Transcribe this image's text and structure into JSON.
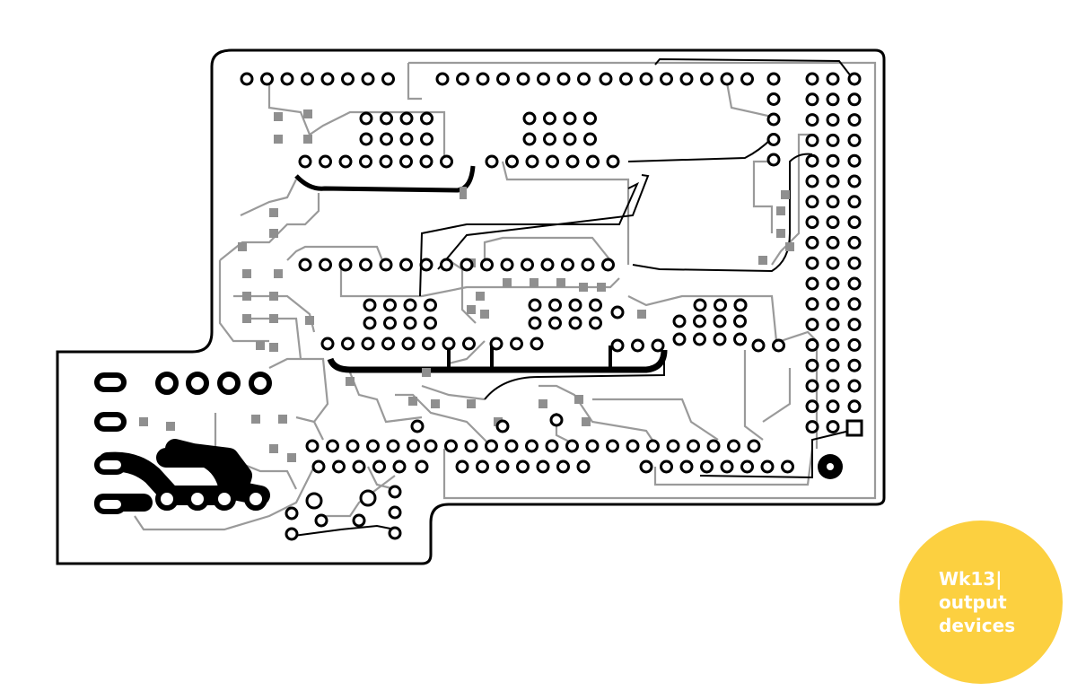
{
  "diagram": {
    "type": "pcb-layout",
    "board_outline_color": "#000000",
    "trace_color": "#9a9a9a",
    "ground_color": "#000000",
    "pad_fill": "#ffffff"
  },
  "badge": {
    "line1": "Wk13|",
    "line2": "output",
    "line3": "devices",
    "color": "#fcd040",
    "text_color": "#ffffff"
  }
}
